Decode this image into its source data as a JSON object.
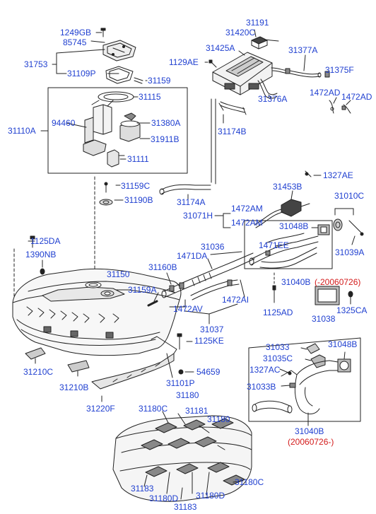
{
  "part_labels": {
    "p1249GB": "1249GB",
    "p85745": "85745",
    "p31753": "31753",
    "p31109P": "31109P",
    "p31159": "31159",
    "p31115": "31115",
    "p94460": "94460",
    "p31110A": "31110A",
    "p31380A": "31380A",
    "p31911B": "31911B",
    "p31111": "31111",
    "p31159C": "31159C",
    "p31190B": "31190B",
    "p31191": "31191",
    "p31420C": "31420C",
    "p31425A": "31425A",
    "p31377A": "31377A",
    "p1129AE": "1129AE",
    "p31375F": "31375F",
    "p1472AD_a": "1472AD",
    "p1472AD_b": "1472AD",
    "p31376A": "31376A",
    "p31174B": "31174B",
    "p31174A": "31174A",
    "p1327AE": "1327AE",
    "p31453B": "31453B",
    "p31010C": "31010C",
    "p1472AM_a": "1472AM",
    "p31071H": "31071H",
    "p1472AM_b": "1472AM",
    "p31048B_a": "31048B",
    "p1471EE": "1471EE",
    "p31039A": "31039A",
    "p1125DA": "1125DA",
    "p1390NB": "1390NB",
    "p31036": "31036",
    "p1471DA": "1471DA",
    "p31160B": "31160B",
    "p31150": "31150",
    "p31159A": "31159A",
    "p31040B_a": "31040B",
    "p20060726_a": "(-20060726)",
    "p1472AV": "1472AV",
    "p1472AI": "1472AI",
    "p1125AD": "1125AD",
    "p31038": "31038",
    "p1325CA": "1325CA",
    "p31037": "31037",
    "p1125KE": "1125KE",
    "p31210C": "31210C",
    "p31101P": "31101P",
    "p54659": "54659",
    "p31210B": "31210B",
    "p31180_a": "31180",
    "p31220F": "31220F",
    "p31033": "31033",
    "p31048B_b": "31048B",
    "p31035C": "31035C",
    "p1327AC": "1327AC",
    "p31033B": "31033B",
    "p31180C_a": "31180C",
    "p31181": "31181",
    "p31180_b": "31180",
    "p31040B_b": "31040B",
    "p20060726_b": "(20060726-)",
    "p31183_a": "31183",
    "p31180C_b": "31180C",
    "p31180D_a": "31180D",
    "p31180D_b": "31180D",
    "p31183_b": "31183"
  },
  "colors": {
    "label": "#1f3fd0",
    "date_label": "#d31a1a",
    "line_art": "#222222"
  }
}
